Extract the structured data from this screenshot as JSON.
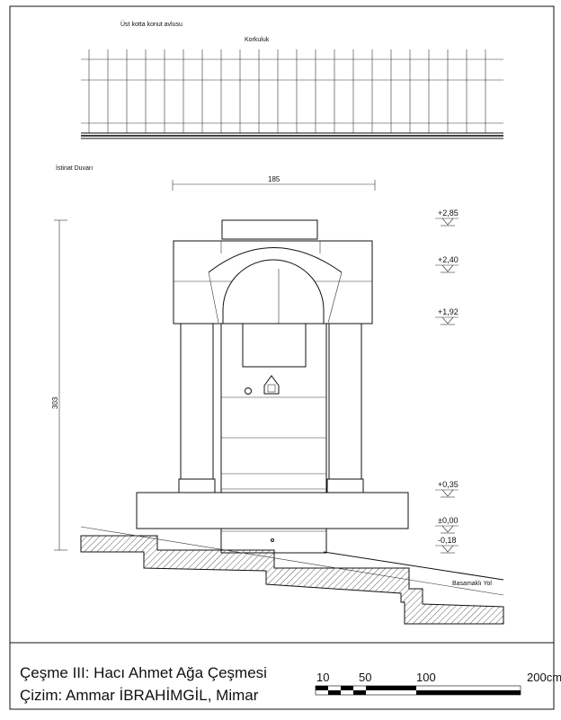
{
  "labels": {
    "upper_courtyard": "Üst kotta konut avlusu",
    "railing": "Korkuluk",
    "retaining_wall": "İstinat Duvarı",
    "stepped_road": "Basamaklı Yol",
    "width_dim": "185",
    "height_dim": "303"
  },
  "levels": [
    "+2,85",
    "+2,40",
    "+1,92",
    "+0,35",
    "±0,00",
    "-0,18"
  ],
  "caption": {
    "title": "Çeşme III: Hacı Ahmet Ağa Çeşmesi",
    "drawn_by": "Çizim: Ammar İBRAHİMGİL, Mimar"
  },
  "scale_bar": {
    "ticks": [
      "10",
      "50",
      "100",
      "200cm"
    ]
  }
}
